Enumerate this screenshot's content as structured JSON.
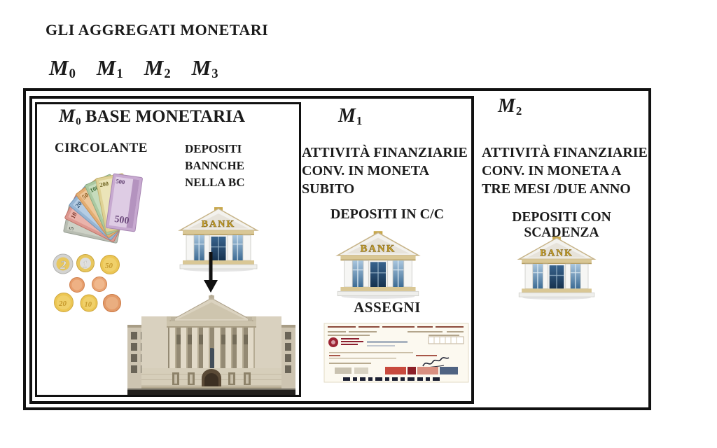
{
  "page": {
    "title": "GLI AGGREGATI MONETARI"
  },
  "aggregates_row": {
    "items": [
      {
        "base": "M",
        "sub": "0"
      },
      {
        "base": "M",
        "sub": "1"
      },
      {
        "base": "M",
        "sub": "2"
      },
      {
        "base": "M",
        "sub": "3"
      }
    ]
  },
  "m0": {
    "label_base": "M",
    "label_sub": "0",
    "heading": "BASE MONETARIA",
    "circolante_label": "CIRCOLANTE",
    "deposits_line1": "DEPOSITI",
    "deposits_line2": "BANNCHE",
    "deposits_line3": "NELLA BC"
  },
  "m1": {
    "label_base": "M",
    "label_sub": "1",
    "desc_line1": "ATTIVITÀ FINANZIARIE",
    "desc_line2": "CONV. IN MONETA SUBITO",
    "deposits_label": "DEPOSITI IN C/C",
    "assegni_label": "ASSEGNI"
  },
  "m2": {
    "label_base": "M",
    "label_sub": "2",
    "desc_line1": "ATTIVITÀ FINANZIARIE",
    "desc_line2": "CONV. IN MONETA A",
    "desc_line3": "TRE MESI /DUE ANNO",
    "deposits_label": "DEPOSITI CON SCADENZA"
  },
  "bank_icon": {
    "label": "BANK"
  },
  "banknotes": {
    "denominations": [
      "5",
      "10",
      "20",
      "50",
      "100",
      "200",
      "500"
    ]
  },
  "coins": {
    "values": [
      "2",
      "1",
      "50",
      "20",
      "10"
    ]
  },
  "colors": {
    "border": "#111111",
    "text": "#1b1b1b",
    "bank_gold": "#c9a227",
    "note_500_purple": "#c7a9d0"
  }
}
